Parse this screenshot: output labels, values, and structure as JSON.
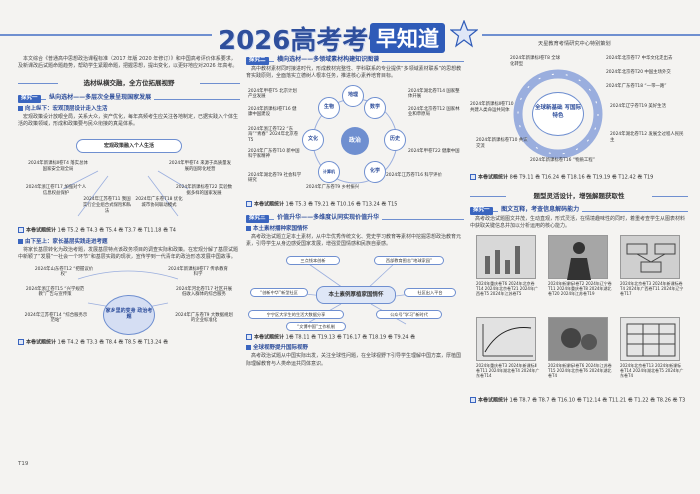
{
  "banner": {
    "title_main": "2026高考考情",
    "title_badge": "早知道",
    "publisher": "天星教育考情研究中心特别策划"
  },
  "intro": "本文综合《普通高中思想政治课程标准（2017 年版 2020 年修订）》和中国高考评价体系要求，及新课改后试题命题趋势，帮助学生紧跟命题，把握思想，提出变化，以更好地应对2026 年高考。",
  "left": {
    "section_title": "选材纵横交融，全方位拓展视野",
    "tag1": {
      "num": "探究一",
      "label": "纵向选材——多层次全景呈现国家发展"
    },
    "sub1": "向上纵下：宏观顶层设计走入生活",
    "sub1_text": "宏观政策设计放眼全局，关系大众，资产优化，每年高频考生应关注各地制定，已据实践入个体生活的政策领域，形成和政策要与民众衔接的真是体系。",
    "diagram1": {
      "center": "宏观政策融入个人生活",
      "items": [
        "2024年新课标Ⅱ卷T4 落实总体国家安全观全局",
        "2024年甲卷T4 来源于高质量发展的国际化经营",
        "2024年浙江卷T17 加强对个人信息权益保护",
        "2024年新课标卷T22 实验数据多样的国家发展",
        "2024年江苏卷T11 我国实行企业组合式保险和私法",
        "2024年广东卷T18 优化城市协同联动模式"
      ]
    },
    "stats1": {
      "label": "本卷试题统计",
      "text": "1卷 T5.2 卷 T4.3 卷 T5.4 卷 T3.7 卷 T11.18 卷 T4"
    },
    "sub2": "由下至上：家长基层实践走进考题",
    "sub2_text": "将家长基层转化为政治考题，发展基层特点该政务项目的调查实际和政策。在宏观分解了基层试题中新颖了”发展”一社会一个环节“和基层实践的现状，宣传学到一代青年的政治形态发展中国故事。",
    "diagram2": {
      "center": "家乡里的变身 政治考题",
      "items": [
        "2024年山东卷T12 “把握议价权”",
        "2024年新课标Ⅱ卷T7 传承教育科学",
        "2024年浙江卷T15 “兴学规范教”广告与宣传策",
        "2024年河北卷T17 社区开展低收入群体的综合服务",
        "2024年江苏卷T14 “综合服务示范站”",
        "2024年广东卷T9 大数据规划的企业标准化"
      ]
    },
    "stats2": {
      "label": "本卷试题统计",
      "text": "1卷 T4.2 卷 T3.3 卷 T8.4 卷 T8.5 卷 T13.24 卷"
    },
    "page_num": "T19"
  },
  "mid": {
    "tag1": {
      "num": "探究二",
      "label": "横向选材——多领域素材构建知识图谱"
    },
    "text1": "高中教材素材同时接进时代，形成教材完整性、学科联系的专业提供“多领域素材联系”的思想教育实践原则，全面落实立德树人根本任务，推进核心素养培育目标。",
    "wheel": {
      "center": "政治",
      "segments": [
        "生物",
        "数学",
        "历史",
        "文化",
        "化学",
        "计算机",
        "地理"
      ],
      "items": [
        "2024年甲卷T5 北京计划产业发展",
        "2024年湖北卷T14 国家整体开展",
        "2024年新课标Ⅰ卷T16 健康中国建设",
        "2024年北京卷T12 国家林业和草原局",
        "2024年浙江卷T22 “东海”“青春” 2024年北京卷T5",
        "2024年广东卷T10 新中国科学家精神",
        "2024年甲卷T22 健康中国",
        "2024年湖北卷T9 社会科学研究",
        "2024年江苏卷T16 科学评价",
        "2024年广东卷T9 乡村振兴"
      ]
    },
    "stats1": {
      "label": "本卷试题统计",
      "text": "1卷 T5.3 卷 T9.21 卷 T10.16 卷 T13.24 卷 T15"
    },
    "tag2": {
      "num": "探究三",
      "label": "价值升华——多维度认同实现价值升华"
    },
    "sub1": "本土素材播种家国情怀",
    "sub1_text": "高考政治试题立足本土素材，从中华优秀传统文化、党史学习教育等素材中挖掘思想政治教育元素，引导学生从身边感受国家发展，增强爱国情感和民族自豪感。",
    "map": {
      "center": "本土素例厚植家国情怀",
      "items": [
        "三点钱本创新",
        "西部教育图志“地球家园”",
        "社区出入平台",
        "“创新中华”新型社区",
        "宁宁区大学生的生活大数据分享",
        "公众号“学习”新时代",
        "“文博中国”工作机制"
      ]
    },
    "stats2": {
      "label": "本卷试题统计",
      "text": "1卷 T8.11 卷 T19.13 卷 T16.17 卷 T18.19 卷 T9.24 卷"
    },
    "sub2": "全球视野提升国际视野",
    "sub2_text": "高考政治试题从中国实际出发，关注全球性问题，在全球视野下引导学生理解中国方案，厚植国际理解教育与人类命运共同体意识。"
  },
  "right": {
    "ring": {
      "center": "全球新基础 写国际特色",
      "items": [
        "2024年新课标Ⅰ卷T8 全球化转型",
        "2024年北京卷T7 中华文化走出去",
        "2024年北京卷T20 中国主场外交",
        "2024年广东卷T18 “一带一路”",
        "2024年新课标Ⅱ卷T10 共建人类命运共同体",
        "2024年辽宁卷T19 美好生活",
        "2024年湖北卷T12 发展全过程人民民主",
        "2024年新课标卷T10 共识交流",
        "2024年新课标卷T16 “物质工程”"
      ]
    },
    "stats1": {
      "label": "本卷试题统计",
      "text": "8卷 T9.11 卷 T16.24 卷 T18.16 卷 T19.19 卷 T12.42 卷 T19"
    },
    "section_title": "题型灵活设计，增强解题获取性",
    "tag1": {
      "num": "探究一",
      "label": "图文互释，考查信息解码能力"
    },
    "text1": "高考政治试题图文并茂，生动直观，形式灵活，在情境趣味性的同时，着重考查学生从图表材料中获取关键信息并加以分析运用的核心能力。",
    "images": [
      {
        "cap": "2024年重庆卷T6 2024年北京卷T14 2024年北京卷T21 2024年广西卷T5 2024年江苏卷T5"
      },
      {
        "cap": "2024年新课标Ⅰ卷T2 2024年辽宁卷T11 2024年重庆卷T8 2024年湖北卷T20 2024年江苏卷T19"
      },
      {
        "cap": "2024年北京卷T3 2024年新课标卷T4 2024年广西卷T11 2024年辽宁卷T17"
      },
      {
        "cap": "2024年重庆卷T3 2024年新课标Ⅱ卷T11 2024年湖北卷T4 2024年广东卷T14"
      },
      {
        "cap": "2024年新课标Ⅰ卷T6 2024年江苏卷T15 2024年北京卷T6 2024年湖北卷T4"
      },
      {
        "cap": "2024年北京卷T13 2024年新课标卷T14 2024年湖北卷T5 2024年广东卷T4"
      }
    ],
    "stats2": {
      "label": "本卷试题统计",
      "text": "1卷 T8.7 卷 T8.7 卷 T16.10 卷 T12.14 卷 T11.21 卷 T1.22 卷 T8.26 卷 T3"
    }
  }
}
